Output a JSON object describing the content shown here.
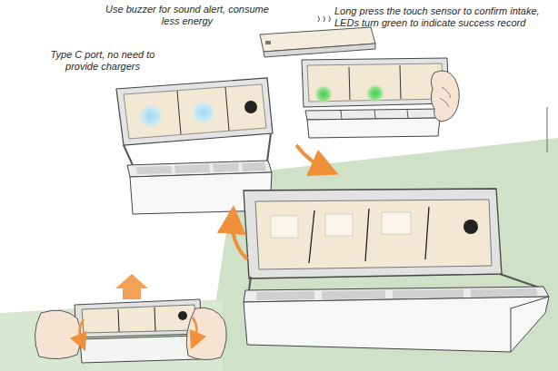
{
  "diagram": {
    "labels": [
      "Use buzzer for sound alert, consume less energy",
      "Type C port, no need to provide chargers",
      "Long press the touch sensor to confirm intake, LEDs turn green to indicate success record"
    ]
  }
}
